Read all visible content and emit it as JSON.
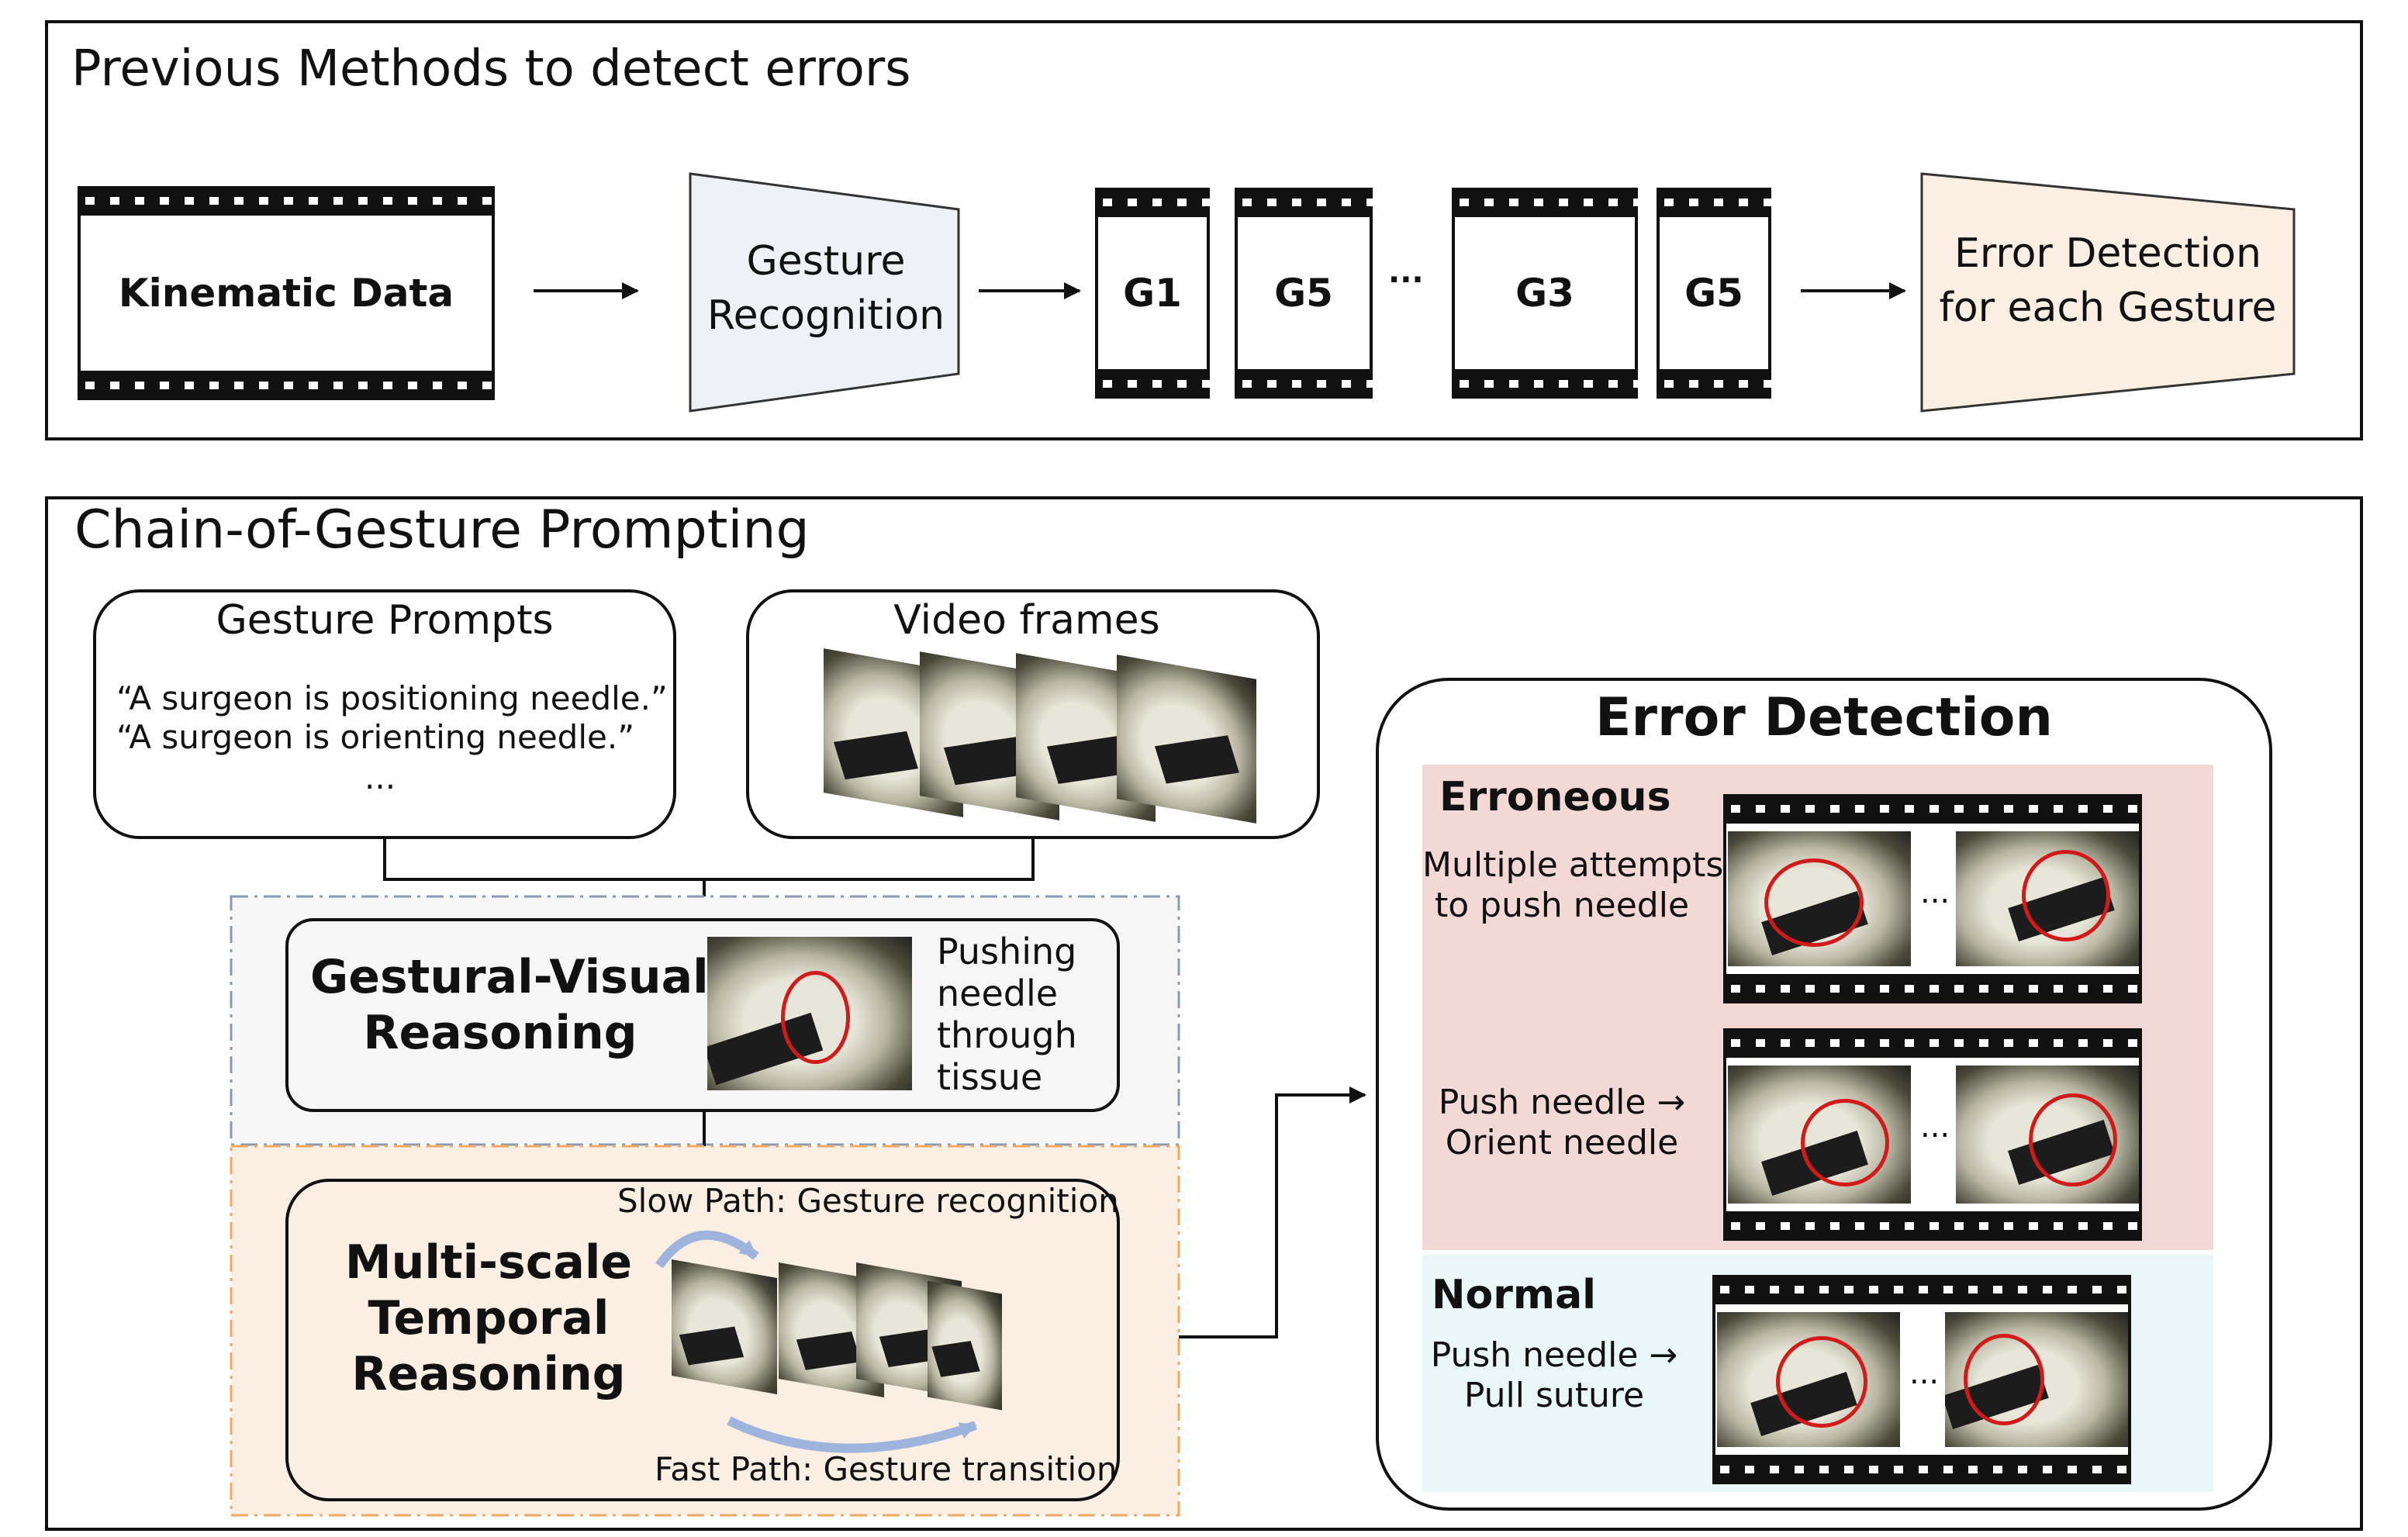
{
  "top": {
    "title": "Previous Methods to detect errors",
    "kinematic": "Kinematic Data",
    "gesture_recognition": [
      "Gesture",
      "Recognition"
    ],
    "gestures": [
      "G1",
      "G5",
      "G3",
      "G5"
    ],
    "ellipsis": "···",
    "error_detection": [
      "Error Detection",
      "for each Gesture"
    ]
  },
  "bottom": {
    "title": "Chain-of-Gesture Prompting",
    "prompts_title": "Gesture Prompts",
    "prompts": [
      "“A surgeon is positioning needle.”",
      "“A surgeon is orienting needle.”",
      "..."
    ],
    "video_title": "Video frames",
    "gvr": [
      "Gestural-Visual",
      "Reasoning"
    ],
    "gvr_caption": [
      "Pushing",
      "needle",
      "through",
      "tissue"
    ],
    "mstr": [
      "Multi-scale",
      "Temporal",
      "Reasoning"
    ],
    "slow_path": "Slow Path: Gesture recognition",
    "fast_path": "Fast Path: Gesture transition",
    "error_title": "Error Detection",
    "erroneous_label": "Erroneous",
    "err1": [
      "Multiple attempts",
      "to push needle"
    ],
    "err2": [
      "Push needle →",
      "Orient needle"
    ],
    "normal_label": "Normal",
    "norm1": [
      "Push needle →",
      "Pull suture"
    ],
    "frame_ellipsis": "..."
  },
  "colors": {
    "panel_border": "#111111",
    "funnel_fill": "#eef1f6",
    "error_funnel_fill": "#fbeee2",
    "gvr_region": "#f6f6f6",
    "gvr_border": "#8a99b0",
    "mstr_region": "#fbeee2",
    "mstr_border": "#f0a865",
    "erroneous_bg": "#f3d9d5",
    "normal_bg": "#eaf7f8",
    "circle": "#d21a1a"
  }
}
